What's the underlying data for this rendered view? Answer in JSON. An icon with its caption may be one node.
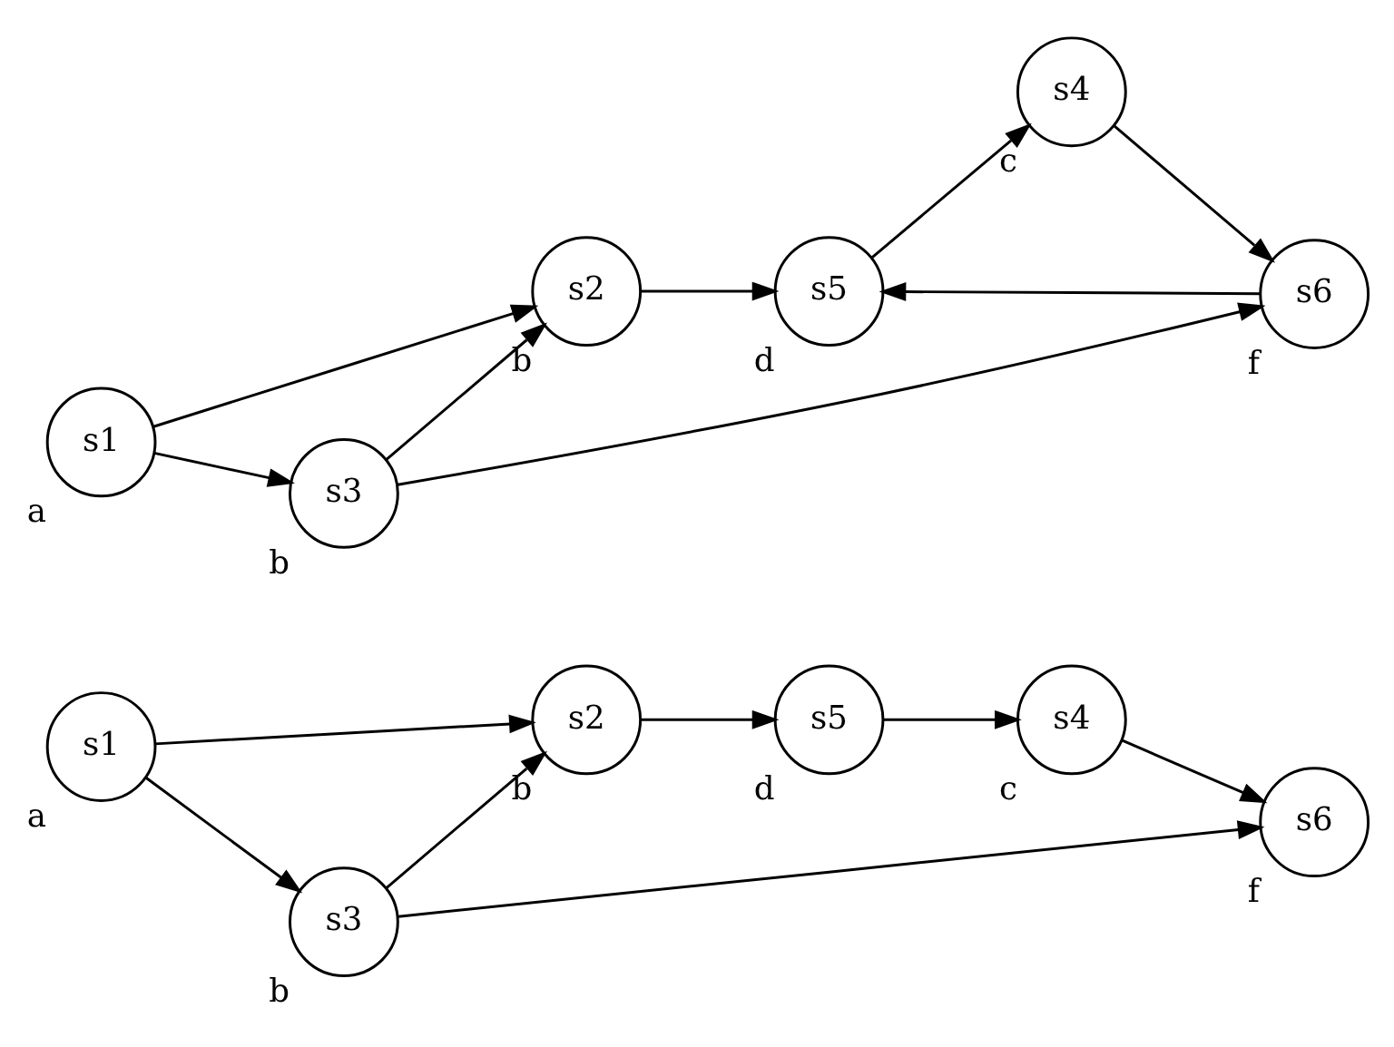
{
  "diagram": {
    "nodes": [
      {
        "text": [
          "s1"
        ],
        "beside": [
          "a"
        ]
      },
      {
        "text": [
          "s2"
        ],
        "beside": [
          "b"
        ]
      },
      {
        "text": [
          "s3"
        ],
        "beside": [
          "b"
        ]
      },
      {
        "text": [
          "s5"
        ],
        "beside": [
          "d"
        ]
      },
      {
        "text": [
          "s4"
        ],
        "beside": [
          "c"
        ]
      },
      {
        "text": [
          "s6"
        ],
        "beside": [
          "f"
        ]
      },
      {
        "text": [
          "s1"
        ],
        "beside": [
          "a"
        ]
      },
      {
        "text": [
          "s2"
        ],
        "beside": [
          "b"
        ]
      },
      {
        "text": [
          "s3"
        ],
        "beside": [
          "b"
        ]
      },
      {
        "text": [
          "s5"
        ],
        "beside": [
          "d"
        ]
      },
      {
        "text": [
          "s4"
        ],
        "beside": [
          "c"
        ]
      },
      {
        "text": [
          "s6"
        ],
        "beside": [
          "f"
        ]
      }
    ],
    "edges": [
      {
        "from": 0,
        "to": 1,
        "arrow": "to"
      },
      {
        "from": 0,
        "to": 2,
        "arrow": "to"
      },
      {
        "from": 2,
        "to": 1,
        "arrow": "to"
      },
      {
        "from": 1,
        "to": 3,
        "arrow": "to"
      },
      {
        "from": 3,
        "to": 4,
        "arrow": "to"
      },
      {
        "from": 4,
        "to": 5,
        "arrow": "to"
      },
      {
        "from": 2,
        "to": 5,
        "arrow": "to"
      },
      {
        "from": 6,
        "to": 7,
        "arrow": "to"
      },
      {
        "from": 6,
        "to": 8,
        "arrow": "to"
      },
      {
        "from": 8,
        "to": 7,
        "arrow": "to"
      },
      {
        "from": 7,
        "to": 9,
        "arrow": "to"
      },
      {
        "from": 9,
        "to": 10,
        "arrow": "to"
      },
      {
        "from": 10,
        "to": 11,
        "arrow": "to"
      },
      {
        "from": 8,
        "to": 11,
        "arrow": "to"
      },
      {
        "from": 11,
        "to": 9,
        "arrow": "to"
      }
    ]
  }
}
